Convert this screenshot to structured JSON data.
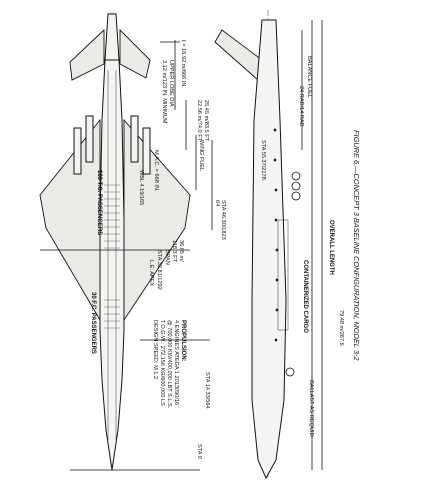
{
  "caption": "FIGURE 6.—CONCEPT 3 BASELINE CONFIGURATION, MODEL 3-2",
  "plan_view": {
    "labels": {
      "lobe_top": "ℓ = 16.92 m/666 IN.",
      "lobe_upper": "UPPER LOBE DIA",
      "lobe_dia": "3.12 m/123 IN. MINIMUM",
      "wbl": "WBL 4.19/165",
      "mac": "M.A.C. = 668 IN.",
      "fc_upper": "163 T.C. PASSENGERS",
      "fc_lower": "30 F.C. PASSENGERS",
      "span_dim": "25.45 m/83.5 FT",
      "span_dim2": "22.56 m/74.0 FT",
      "wing_fuel": "WING FUEL",
      "cl": "ℓ/4",
      "sta_mid": "STA 46.30/1823",
      "span_total": "36.05 m/",
      "span_total2": "118.3 FT",
      "span_word": "SPAN",
      "sta_le": "STA 32.81/1292",
      "le_apex": "L.E. APEX",
      "propulsion": "PROPULSION:",
      "engines": "4 ENGINES ATEGA 1 2013090/16",
      "thrust": "@ 700,000 KW/400,000 LBT S.L.S.",
      "togw": "T.O.G.W.:  272,156 KG/600,000 LS",
      "design_speed": "DESIGN SPEED:  M 1.2",
      "sta_fwd": "STA 14.33/564",
      "sta_zero": "STA 0"
    }
  },
  "side_view": {
    "labels": {
      "balance_fuel": "BALANCE FUEL",
      "rad": "24 RAD/14 RAD",
      "sta_aft": "STA 55.37/2178",
      "containerized": "CONTAINERIZED CARGO",
      "ballast": "BALLAST AS REQUID",
      "overall_length": "OVERALL LENGTH",
      "overall_value": "79.48 m/267.5"
    }
  }
}
